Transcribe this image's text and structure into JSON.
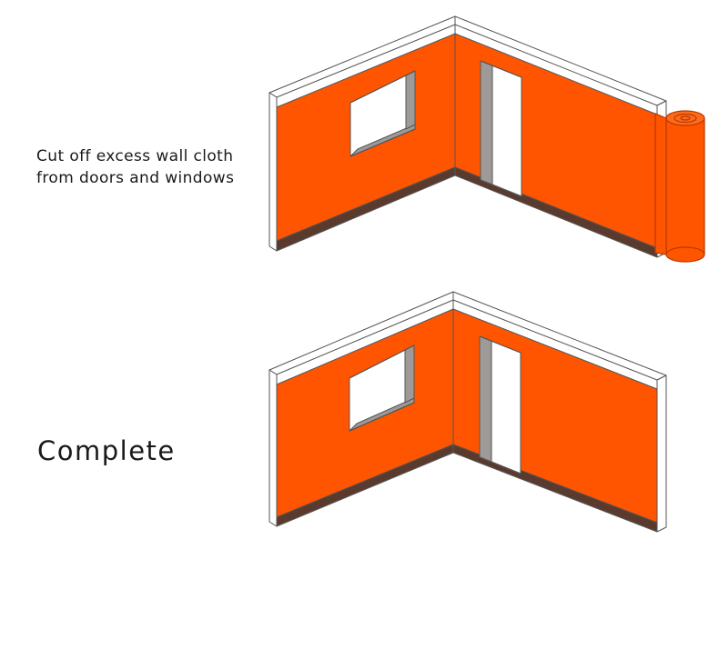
{
  "steps": [
    {
      "caption_lines": [
        "Cut off excess wall cloth",
        "from doors and windows"
      ],
      "show_roll": true
    },
    {
      "caption": "Complete",
      "show_roll": false
    }
  ],
  "colors": {
    "wall_cloth": "#ff5500",
    "wall_frame": "#ffffff",
    "outline": "#555555",
    "skirting": "#5b3a2e",
    "opening_depth": "#9e9a98"
  }
}
